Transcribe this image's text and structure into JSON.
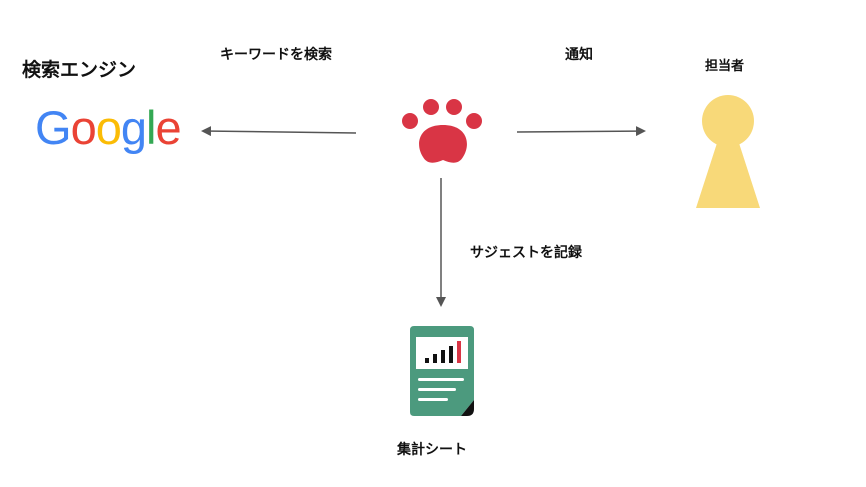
{
  "labels": {
    "search_engine": "検索エンジン",
    "keyword_search": "キーワードを検索",
    "notify": "通知",
    "assignee": "担当者",
    "record_suggest": "サジェストを記録",
    "summary_sheet": "集計シート"
  },
  "google_logo": {
    "letters": [
      "G",
      "o",
      "o",
      "g",
      "l",
      "e"
    ],
    "colors": [
      "#4285F4",
      "#EA4335",
      "#FBBC05",
      "#4285F4",
      "#34A853",
      "#EA4335"
    ]
  },
  "icons": {
    "paw": "paw-icon",
    "person": "person-icon",
    "sheet": "spreadsheet-icon"
  },
  "colors": {
    "paw": "#D93545",
    "person": "#F8D979",
    "sheet": "#4C9A7E",
    "arrow": "#555555"
  }
}
